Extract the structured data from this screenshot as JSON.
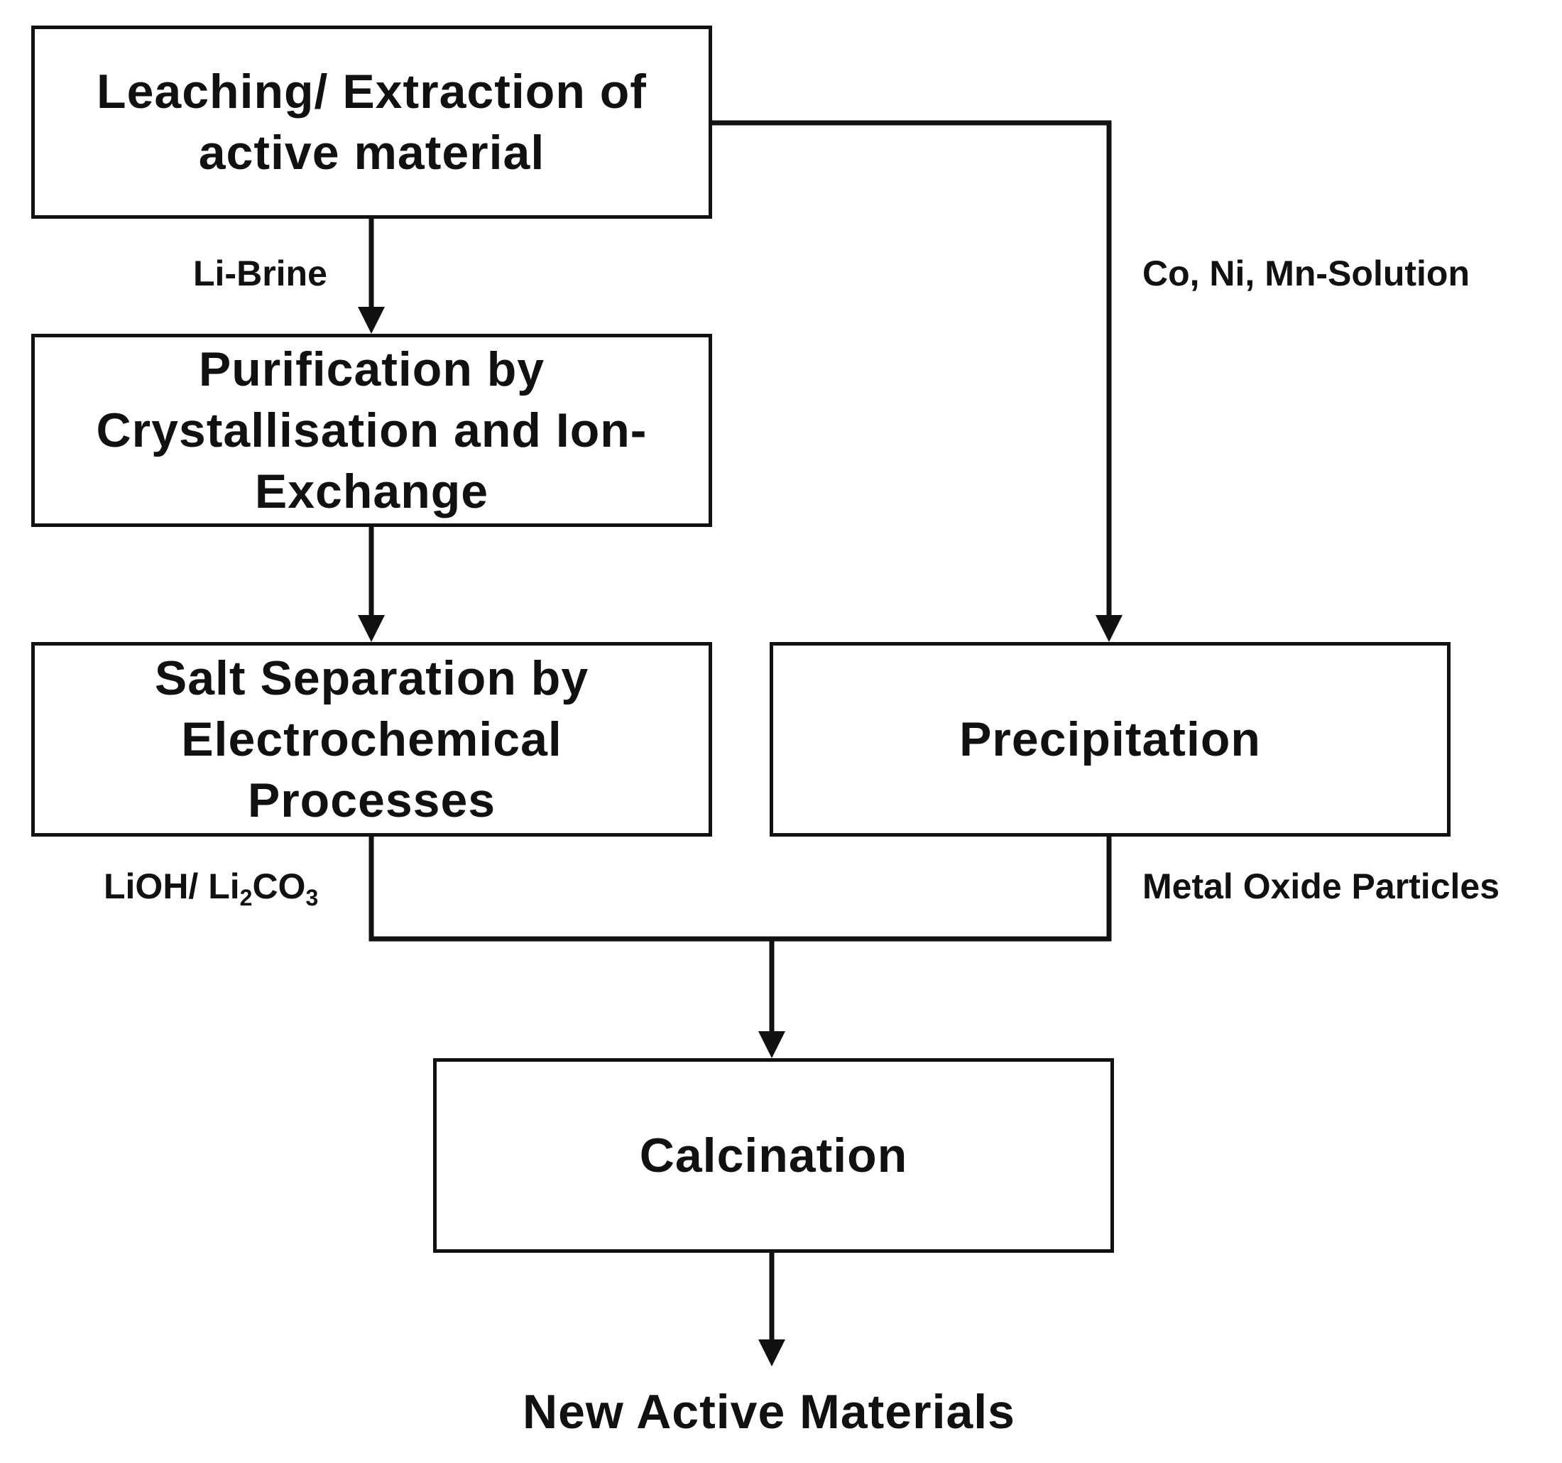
{
  "nodes": {
    "leaching": "Leaching/ Extraction of\nactive material",
    "purification": "Purification by\nCrystallisation and Ion-\nExchange",
    "salt_separation": "Salt Separation by\nElectrochemical\nProcesses",
    "precipitation": "Precipitation",
    "calcination": "Calcination"
  },
  "edge_labels": {
    "li_brine": "Li-Brine",
    "co_ni_mn": "Co, Ni, Mn-Solution",
    "lioh_prefix": "LiOH/ Li",
    "lioh_sub1": "2",
    "lioh_mid": "CO",
    "lioh_sub2": "3",
    "metal_oxide": "Metal Oxide Particles"
  },
  "output": {
    "final_product": "New Active Materials"
  }
}
